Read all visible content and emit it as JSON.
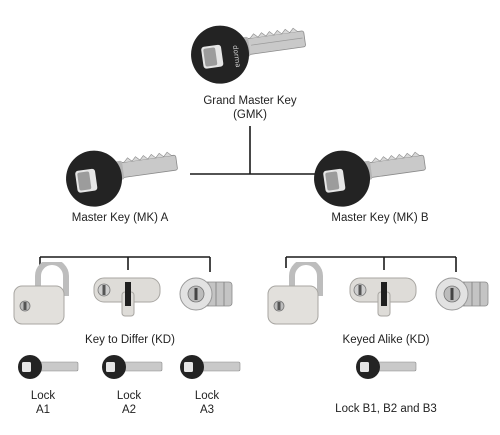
{
  "grand_master": {
    "label_line1": "Grand Master Key",
    "label_line2": "(GMK)"
  },
  "master_a": {
    "label": "Master Key (MK)  A"
  },
  "master_b": {
    "label": "Master Key (MK) B"
  },
  "group_a": {
    "label": "Key to Differ (KD)",
    "locks": [
      {
        "line1": "Lock",
        "line2": "A1"
      },
      {
        "line1": "Lock",
        "line2": "A2"
      },
      {
        "line1": "Lock",
        "line2": "A3"
      }
    ]
  },
  "group_b": {
    "label": "Keyed Alike (KD)",
    "lock_label": "Lock B1, B2 and B3"
  },
  "key_brand": "dorma",
  "colors": {
    "line": "#1a1a1a",
    "key_head": "#222222",
    "metal": "#c9c9c9"
  }
}
